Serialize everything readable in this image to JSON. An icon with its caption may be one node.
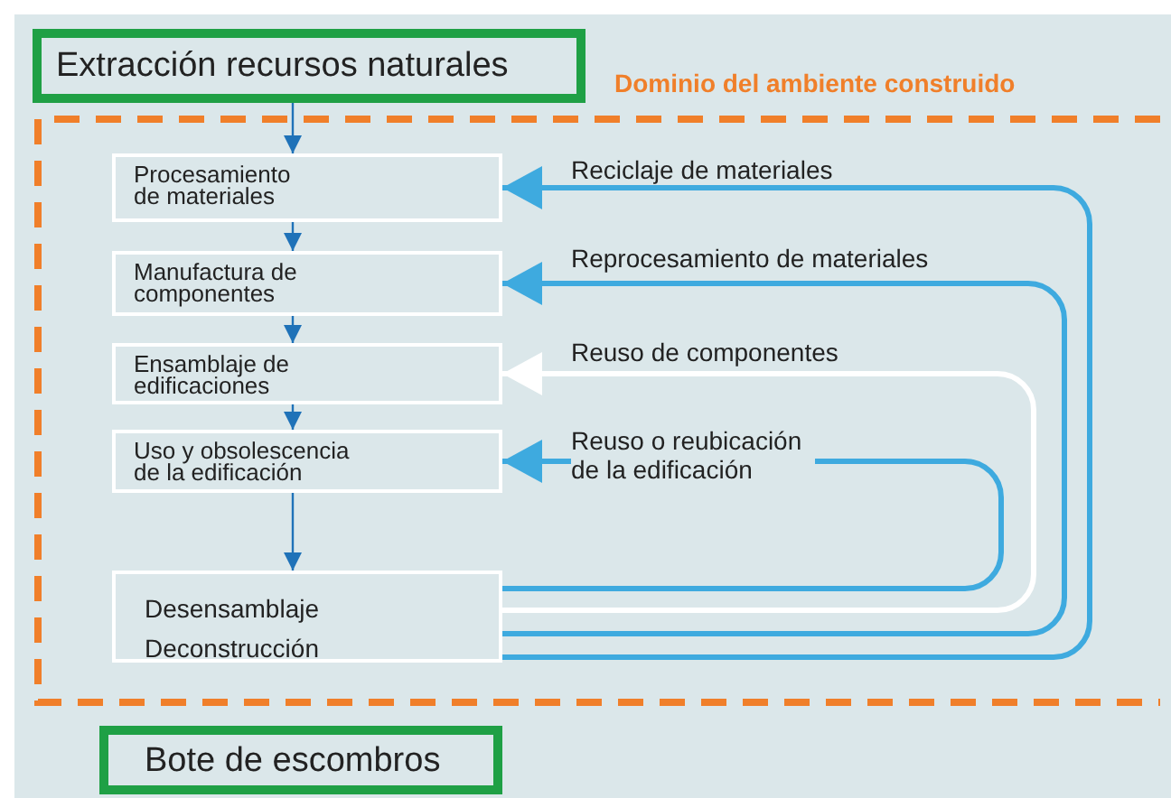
{
  "diagram": {
    "nodes": [
      {
        "text": [
          "Extracción recursos naturales"
        ]
      },
      {
        "text": [
          "Dominio del ambiente construido"
        ]
      },
      {
        "text": [
          "Procesamiento de materiales"
        ],
        "in": 1
      },
      {
        "text": [
          "Manufactura de componentes"
        ],
        "in": 1
      },
      {
        "text": [
          "Ensamblaje de edificaciones"
        ],
        "in": 1
      },
      {
        "text": [
          "Uso y obsolescencia de la edificación"
        ],
        "in": 1
      },
      {
        "text": [
          "Desensamblaje",
          "Deconstrucción"
        ],
        "in": 1
      },
      {
        "text": [
          "Bote de escombros"
        ]
      }
    ],
    "edges": [
      {
        "from": 0,
        "to": 2,
        "arrow": "to"
      },
      {
        "from": 2,
        "to": 3,
        "arrow": "to"
      },
      {
        "from": 3,
        "to": 4,
        "arrow": "to"
      },
      {
        "from": 4,
        "to": 5,
        "arrow": "to"
      },
      {
        "from": 5,
        "to": 6,
        "arrow": "to"
      },
      {
        "from": 6,
        "to": 2,
        "arrow": "to",
        "label": "Reciclaje de materiales",
        "style": "thick",
        "color": "#3eaadf"
      },
      {
        "from": 6,
        "to": 3,
        "arrow": "to",
        "label": "Reprocesamiento de materiales",
        "style": "thick",
        "color": "#3eaadf"
      },
      {
        "from": 6,
        "to": 4,
        "arrow": "to",
        "label": "Reuso de componentes",
        "style": "thick",
        "color": "#ffffff"
      },
      {
        "from": 6,
        "to": 5,
        "arrow": "to",
        "label": "Reuso o reubicación de la edificación",
        "style": "thick",
        "color": "#3eaadf"
      }
    ]
  }
}
